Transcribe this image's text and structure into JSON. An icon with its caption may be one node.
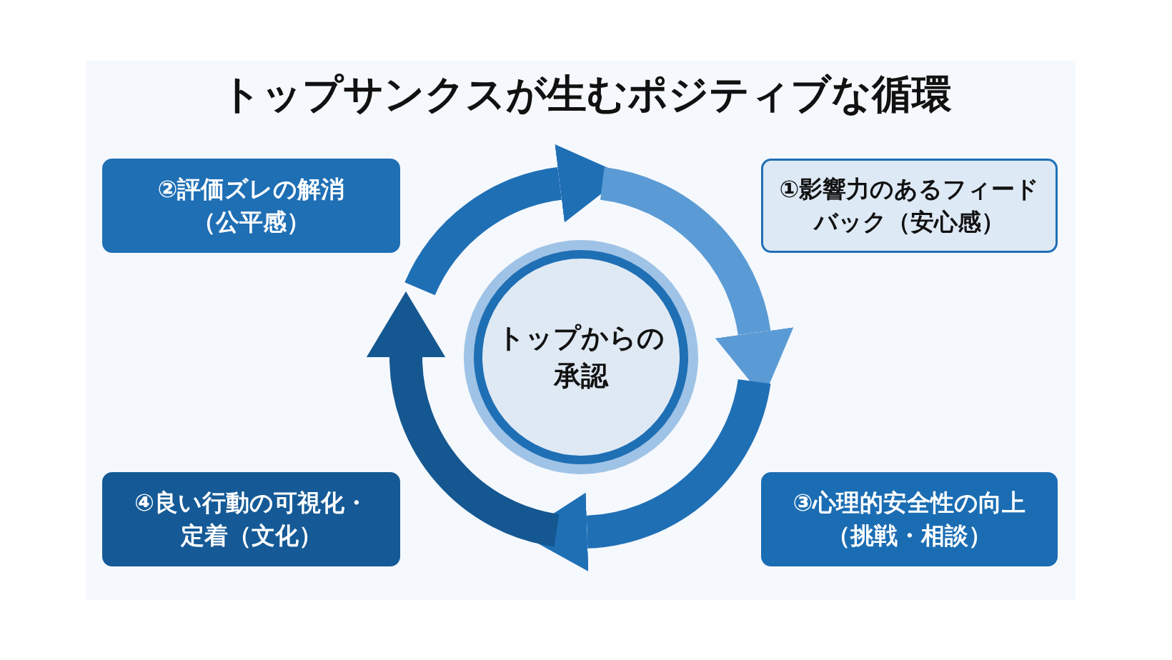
{
  "diagram": {
    "title": "トップサンクスが生むポジティブな循環",
    "nodes": [
      {
        "text": [
          "②評価ズレの解消（公平感）"
        ]
      },
      {
        "text": [
          "①影響力のあるフィードバック（安心感）"
        ]
      },
      {
        "text": [
          "トップからの承認"
        ]
      },
      {
        "text": [
          "④良い行動の可視化・定着（文化）"
        ]
      },
      {
        "text": [
          "③心理的安全性の向上（挑戦・相談）"
        ]
      }
    ]
  }
}
